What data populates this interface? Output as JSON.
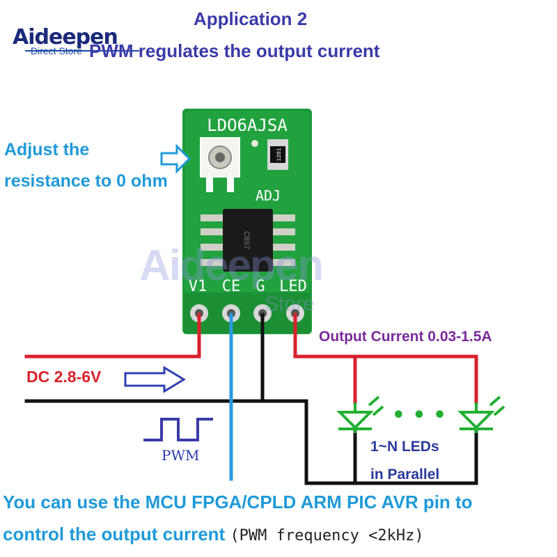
{
  "header": {
    "title": "Application 2",
    "subtitle": "PWM regulates the output current"
  },
  "logo": {
    "brand": "Aideepen",
    "tagline": "Direct Store"
  },
  "watermark": {
    "brand": "Aideepen",
    "tagline": "Store"
  },
  "board": {
    "part_number": "LDO6AJSA",
    "adj_label": "ADJ",
    "resistor_code": "1201",
    "chip_marking": "C857",
    "pins": [
      "V1",
      "CE",
      "G",
      "LED"
    ]
  },
  "annotations": {
    "adjust_line1": "Adjust the",
    "adjust_line2": "resistance to 0 ohm",
    "dc_input": "DC 2.8-6V",
    "output_current": "Output Current 0.03-1.5A",
    "pwm_label": "PWM",
    "leds_line1": "1~N LEDs",
    "leds_line2": "in Parallel",
    "ellipsis": "• • •"
  },
  "footer": {
    "line1": "You can use the MCU FPGA/CPLD ARM PIC AVR  pin to",
    "line2": "control the output current",
    "line2_paren": "(PWM frequency <2kHz)"
  },
  "colors": {
    "title": "#3a3aa8",
    "cyan": "#1f9ad8",
    "red_wire": "#d8222c",
    "black_wire": "#111111",
    "blue_wire": "#2a9ae0",
    "led_green": "#22b032",
    "pcb_green": "#1f9a3a"
  }
}
